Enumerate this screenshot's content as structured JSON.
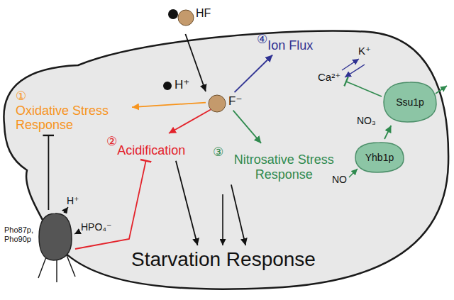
{
  "diagram": {
    "nodes": [
      {
        "text": [
          "HF"
        ]
      },
      {
        "text": [
          "H⁺"
        ]
      },
      {
        "text": [
          "F⁻"
        ]
      },
      {
        "text": [
          "①",
          "Oxidative Stress Response"
        ]
      },
      {
        "text": [
          "②",
          "Acidification"
        ]
      },
      {
        "text": [
          "③",
          "Nitrosative Stress Response"
        ]
      },
      {
        "text": [
          "④",
          "Ion Flux"
        ]
      },
      {
        "text": [
          "Starvation Response"
        ]
      },
      {
        "text": [
          "Ssu1p"
        ]
      },
      {
        "text": [
          "Yhb1p"
        ]
      },
      {
        "text": [
          "Pho87p, Pho90p"
        ]
      }
    ],
    "edges": [
      {
        "from": 0,
        "to": 2,
        "arrow": "to"
      },
      {
        "from": 2,
        "to": 3,
        "arrow": "to"
      },
      {
        "from": 2,
        "to": 4,
        "arrow": "to"
      },
      {
        "from": 2,
        "to": 5,
        "arrow": "to"
      },
      {
        "from": 2,
        "to": 6,
        "arrow": "to"
      },
      {
        "from": 4,
        "to": 7,
        "arrow": "to"
      },
      {
        "from": 5,
        "to": 7,
        "arrow": "to"
      },
      {
        "from": 10,
        "to": 3,
        "arrow": "to"
      },
      {
        "from": 10,
        "to": 4,
        "arrow": "to"
      },
      {
        "from": 9,
        "to": 8,
        "arrow": "to"
      }
    ],
    "labels": [
      "K⁺",
      "Ca²⁺",
      "NO₃",
      "NO",
      "H⁺",
      "HPO₄⁻"
    ]
  }
}
